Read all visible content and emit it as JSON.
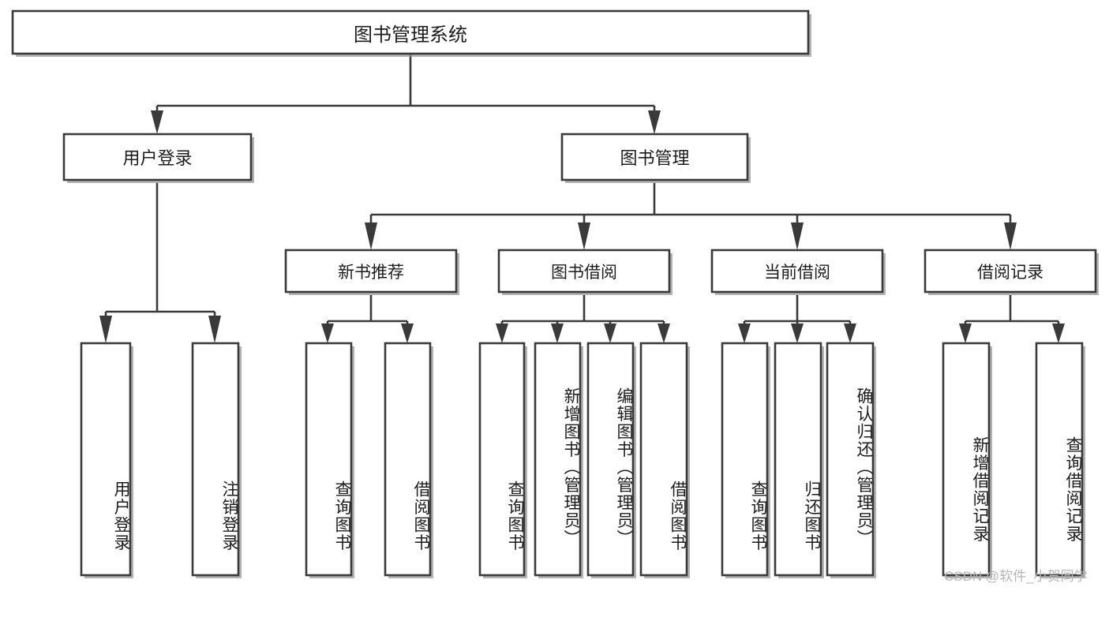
{
  "diagram": {
    "type": "hierarchy-tree",
    "title": "图书管理系统",
    "watermark": "CSDN @软件_小贺同学",
    "colors": {
      "box_fill": "#ffffff",
      "box_stroke": "#3a3a3a",
      "text": "#1c1c1c",
      "watermark": "#b6b6b6",
      "background": "#ffffff"
    },
    "levels": {
      "root": "图书管理系统",
      "level2": [
        "用户登录",
        "图书管理"
      ],
      "level3": [
        "新书推荐",
        "图书借阅",
        "当前借阅",
        "借阅记录"
      ],
      "level4": [
        "用户登录",
        "注销登录",
        "查询图书",
        "借阅图书",
        "查询图书",
        "新增图书（管理员）",
        "编辑图书（管理员）",
        "借阅图书",
        "查询图书",
        "归还图书",
        "确认归还（管理员）",
        "新增借阅记录",
        "查询借阅记录"
      ]
    },
    "nodes": {
      "root": {
        "label": "图书管理系统"
      },
      "user_login": {
        "label": "用户登录"
      },
      "book_manage": {
        "label": "图书管理"
      },
      "new_book_rec": {
        "label": "新书推荐"
      },
      "book_borrow": {
        "label": "图书借阅"
      },
      "current_borrow": {
        "label": "当前借阅"
      },
      "borrow_record": {
        "label": "借阅记录"
      },
      "leaf_user_login": {
        "label": "用户登录"
      },
      "leaf_logout": {
        "label": "注销登录"
      },
      "leaf_query_book_1": {
        "label": "查询图书"
      },
      "leaf_borrow_book_1": {
        "label": "借阅图书"
      },
      "leaf_query_book_2": {
        "label": "查询图书"
      },
      "leaf_add_book": {
        "label": "新增图书（管理员）"
      },
      "leaf_edit_book": {
        "label": "编辑图书（管理员）"
      },
      "leaf_borrow_book_2": {
        "label": "借阅图书"
      },
      "leaf_query_book_3": {
        "label": "查询图书"
      },
      "leaf_return_book": {
        "label": "归还图书"
      },
      "leaf_confirm_return": {
        "label": "确认归还（管理员）"
      },
      "leaf_add_record": {
        "label": "新增借阅记录"
      },
      "leaf_query_record": {
        "label": "查询借阅记录"
      }
    },
    "edges": [
      {
        "from": "root",
        "to": "user_login"
      },
      {
        "from": "root",
        "to": "book_manage"
      },
      {
        "from": "user_login",
        "to": "leaf_user_login"
      },
      {
        "from": "user_login",
        "to": "leaf_logout"
      },
      {
        "from": "book_manage",
        "to": "new_book_rec"
      },
      {
        "from": "book_manage",
        "to": "book_borrow"
      },
      {
        "from": "book_manage",
        "to": "current_borrow"
      },
      {
        "from": "book_manage",
        "to": "borrow_record"
      },
      {
        "from": "new_book_rec",
        "to": "leaf_query_book_1"
      },
      {
        "from": "new_book_rec",
        "to": "leaf_borrow_book_1"
      },
      {
        "from": "book_borrow",
        "to": "leaf_query_book_2"
      },
      {
        "from": "book_borrow",
        "to": "leaf_add_book"
      },
      {
        "from": "book_borrow",
        "to": "leaf_edit_book"
      },
      {
        "from": "book_borrow",
        "to": "leaf_borrow_book_2"
      },
      {
        "from": "current_borrow",
        "to": "leaf_query_book_3"
      },
      {
        "from": "current_borrow",
        "to": "leaf_return_book"
      },
      {
        "from": "current_borrow",
        "to": "leaf_confirm_return"
      },
      {
        "from": "borrow_record",
        "to": "leaf_add_record"
      },
      {
        "from": "borrow_record",
        "to": "leaf_query_record"
      }
    ]
  }
}
